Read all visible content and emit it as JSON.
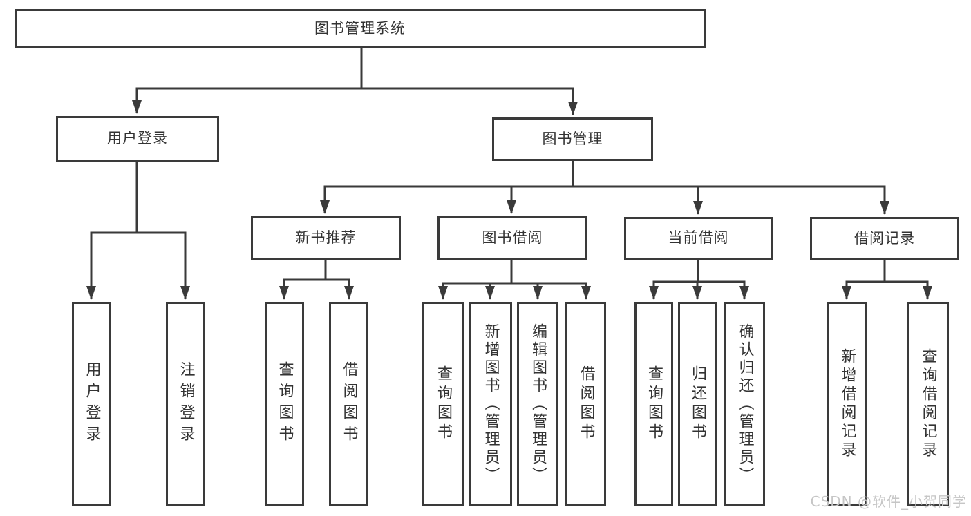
{
  "tree": {
    "root": {
      "label": "图书管理系统",
      "children": [
        {
          "label": "用户登录",
          "children": [
            {
              "label": "用户登录"
            },
            {
              "label": "注销登录"
            }
          ]
        },
        {
          "label": "图书管理",
          "children": [
            {
              "label": "新书推荐",
              "children": [
                {
                  "label": "查询图书"
                },
                {
                  "label": "借阅图书"
                }
              ]
            },
            {
              "label": "图书借阅",
              "children": [
                {
                  "label": "查询图书"
                },
                {
                  "label": "新增图书（管理员）"
                },
                {
                  "label": "编辑图书（管理员）"
                },
                {
                  "label": "借阅图书"
                }
              ]
            },
            {
              "label": "当前借阅",
              "children": [
                {
                  "label": "查询图书"
                },
                {
                  "label": "归还图书"
                },
                {
                  "label": "确认归还（管理员）"
                }
              ]
            },
            {
              "label": "借阅记录",
              "children": [
                {
                  "label": "新增借阅记录"
                },
                {
                  "label": "查询借阅记录"
                }
              ]
            }
          ]
        }
      ]
    }
  },
  "watermark": {
    "text": "CSDN @软件_小贺同学"
  },
  "colors": {
    "line": "#3a3a3a",
    "border": "#3a3a3a",
    "text": "#333333",
    "watermark": "#c6c6c6",
    "background": "#ffffff"
  }
}
